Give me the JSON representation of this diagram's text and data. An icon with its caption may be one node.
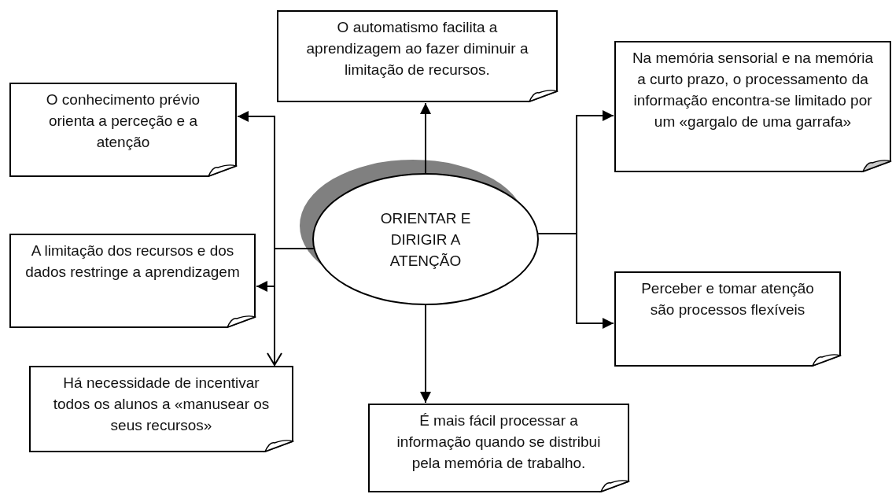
{
  "diagram": {
    "nodes": [
      {
        "text": [
          "ORIENTAR E DIRIGIR A ATENÇÃO"
        ]
      },
      {
        "text": [
          "O automatismo facilita a aprendizagem ao fazer diminuir a limitação de recursos."
        ]
      },
      {
        "text": [
          "O conhecimento prévio orienta a perceção e a atenção"
        ]
      },
      {
        "text": [
          "A limitação dos recursos e dos dados restringe a aprendizagem"
        ]
      },
      {
        "text": [
          "Há necessidade de incentivar todos os alunos a «manusear os seus recursos»"
        ]
      },
      {
        "text": [
          "Na memória sensorial e na memória a curto prazo, o processamento da informação encontra-se limitado por um «gargalo de uma garrafa»"
        ]
      },
      {
        "text": [
          "Perceber e tomar atenção são processos flexíveis"
        ]
      },
      {
        "text": [
          "É mais fácil processar a informação quando se distribui pela memória de trabalho."
        ]
      }
    ],
    "edges": [
      {
        "from": 0,
        "to": 1,
        "arrow": "to"
      },
      {
        "from": 0,
        "to": 2,
        "arrow": "to"
      },
      {
        "from": 0,
        "to": 3,
        "arrow": "to"
      },
      {
        "from": 0,
        "to": 4,
        "arrow": "to"
      },
      {
        "from": 0,
        "to": 5,
        "arrow": "to"
      },
      {
        "from": 0,
        "to": 6,
        "arrow": "to"
      },
      {
        "from": 0,
        "to": 7,
        "arrow": "to"
      }
    ]
  }
}
